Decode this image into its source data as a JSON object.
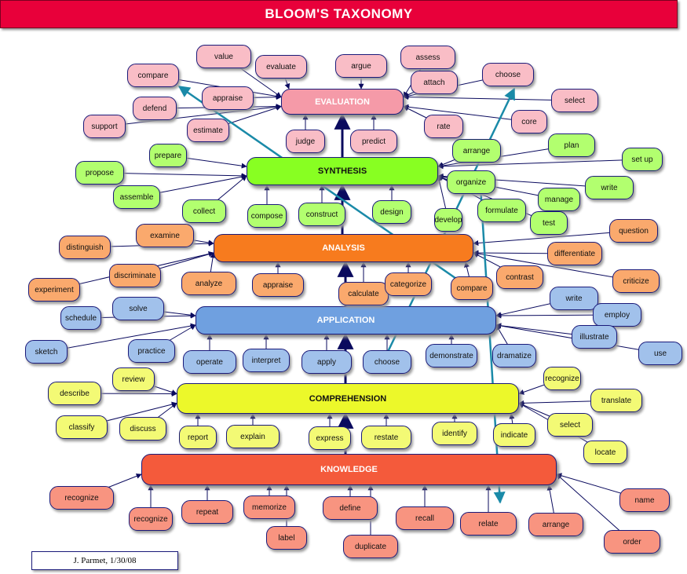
{
  "title": "BLOOM'S TAXONOMY",
  "credit": "J. Parmet, 1/30/08",
  "colors": {
    "banner": "#e8003a",
    "evaluation": "#f59aa8",
    "synthesis": "#88ff22",
    "analysis": "#f77b1e",
    "application": "#6fa0e0",
    "comprehension": "#ecf82a",
    "knowledge": "#f45a3b",
    "line": "#0a0a5e",
    "cross_arrow": "#1a8aa8"
  },
  "levels": [
    {
      "id": "evaluation",
      "label": "EVALUATION"
    },
    {
      "id": "synthesis",
      "label": "SYNTHESIS"
    },
    {
      "id": "analysis",
      "label": "ANALYSIS"
    },
    {
      "id": "application",
      "label": "APPLICATION"
    },
    {
      "id": "comprehension",
      "label": "COMPREHENSION"
    },
    {
      "id": "knowledge",
      "label": "KNOWLEDGE"
    }
  ],
  "verbs": {
    "evaluation": [
      "value",
      "evaluate",
      "argue",
      "assess",
      "compare",
      "appraise",
      "attach",
      "choose",
      "defend",
      "select",
      "support",
      "estimate",
      "judge",
      "predict",
      "rate",
      "core"
    ],
    "synthesis": [
      "prepare",
      "arrange",
      "plan",
      "set up",
      "propose",
      "organize",
      "write",
      "assemble",
      "manage",
      "collect",
      "compose",
      "construct",
      "design",
      "develop",
      "formulate",
      "test"
    ],
    "analysis": [
      "examine",
      "distinguish",
      "question",
      "differentiate",
      "discriminate",
      "contrast",
      "experiment",
      "analyze",
      "appraise",
      "calculate",
      "categorize",
      "compare",
      "criticize"
    ],
    "application": [
      "solve",
      "write",
      "schedule",
      "employ",
      "illustrate",
      "sketch",
      "practice",
      "use",
      "operate",
      "interpret",
      "apply",
      "choose",
      "demonstrate",
      "dramatize"
    ],
    "comprehension": [
      "review",
      "describe",
      "recognize",
      "translate",
      "classify",
      "discuss",
      "select",
      "report",
      "explain",
      "express",
      "restate",
      "identify",
      "indicate",
      "locate"
    ],
    "knowledge": [
      "recognize",
      "recognize",
      "repeat",
      "memorize",
      "define",
      "recall",
      "relate",
      "arrange",
      "name",
      "label",
      "duplicate",
      "order"
    ]
  }
}
